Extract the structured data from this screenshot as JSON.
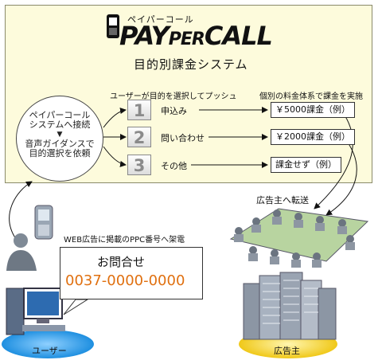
{
  "logo": {
    "kana": "ペイパーコール",
    "pay": "PAY",
    "per": "PER",
    "call": "CALL"
  },
  "subtitle": "目的別課金システム",
  "headers": {
    "push": "ユーザーが目的を選択してプッシュ",
    "charge": "個別の料金体系で課金を実施"
  },
  "guide": {
    "line1": "ペイパーコール",
    "line2": "システムへ接続",
    "arrow": "▼",
    "line3": "音声ガイダンスで",
    "line4": "目的選択を依頼"
  },
  "steps": [
    {
      "num": "1",
      "label": "申込み",
      "charge": "￥5000課金（例）"
    },
    {
      "num": "2",
      "label": "問い合わせ",
      "charge": "￥2000課金（例）"
    },
    {
      "num": "3",
      "label": "その他",
      "charge": "課金せず（例）"
    }
  ],
  "transfer": "広告主へ転送",
  "call_label": "WEB広告に掲載のPPC番号へ架電",
  "speech": {
    "title": "お問合せ",
    "number": "0037-0000-0000"
  },
  "user_label": "ユーザー",
  "advertiser_label": "広告主",
  "colors": {
    "panel_bg": "#fdfbdc",
    "number_orange": "#e07010",
    "oval_blue": "#1e8fe0",
    "oval_yellow": "#f7d430"
  }
}
